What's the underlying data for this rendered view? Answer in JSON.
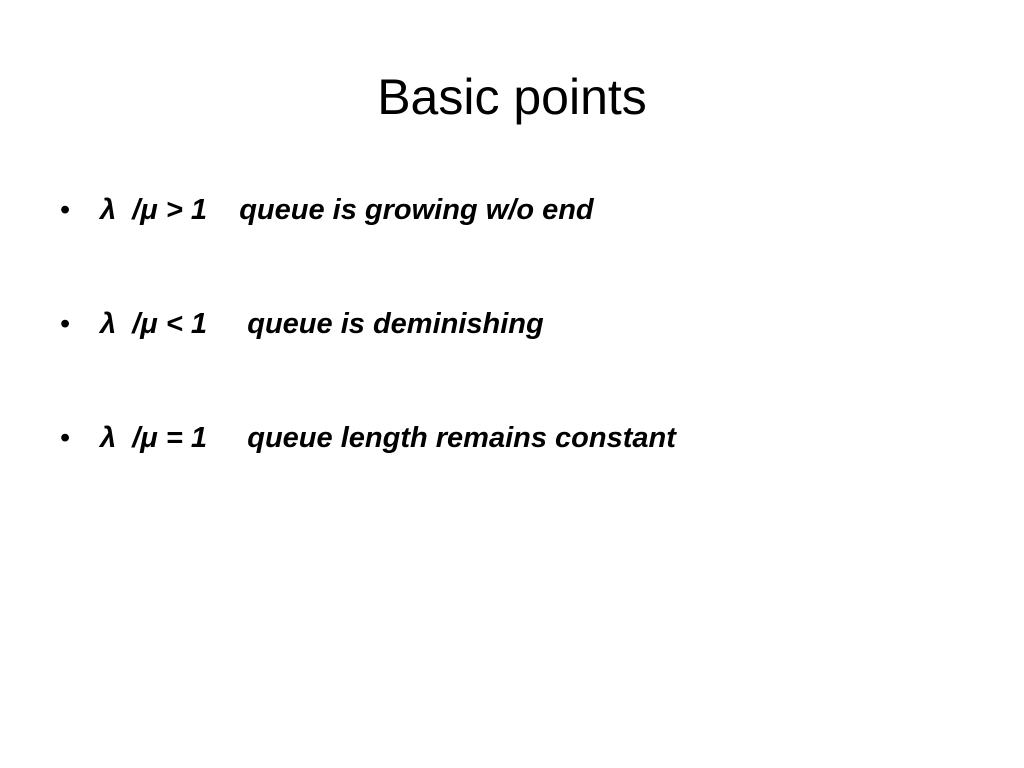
{
  "slide": {
    "title": "Basic points",
    "bullet_marker": "•",
    "bullets": [
      {
        "text": "λ  /μ > 1    queue is growing w/o end"
      },
      {
        "text": "λ  /μ < 1     queue is deminishing"
      },
      {
        "text": "λ  /μ = 1     queue length remains constant"
      }
    ]
  }
}
